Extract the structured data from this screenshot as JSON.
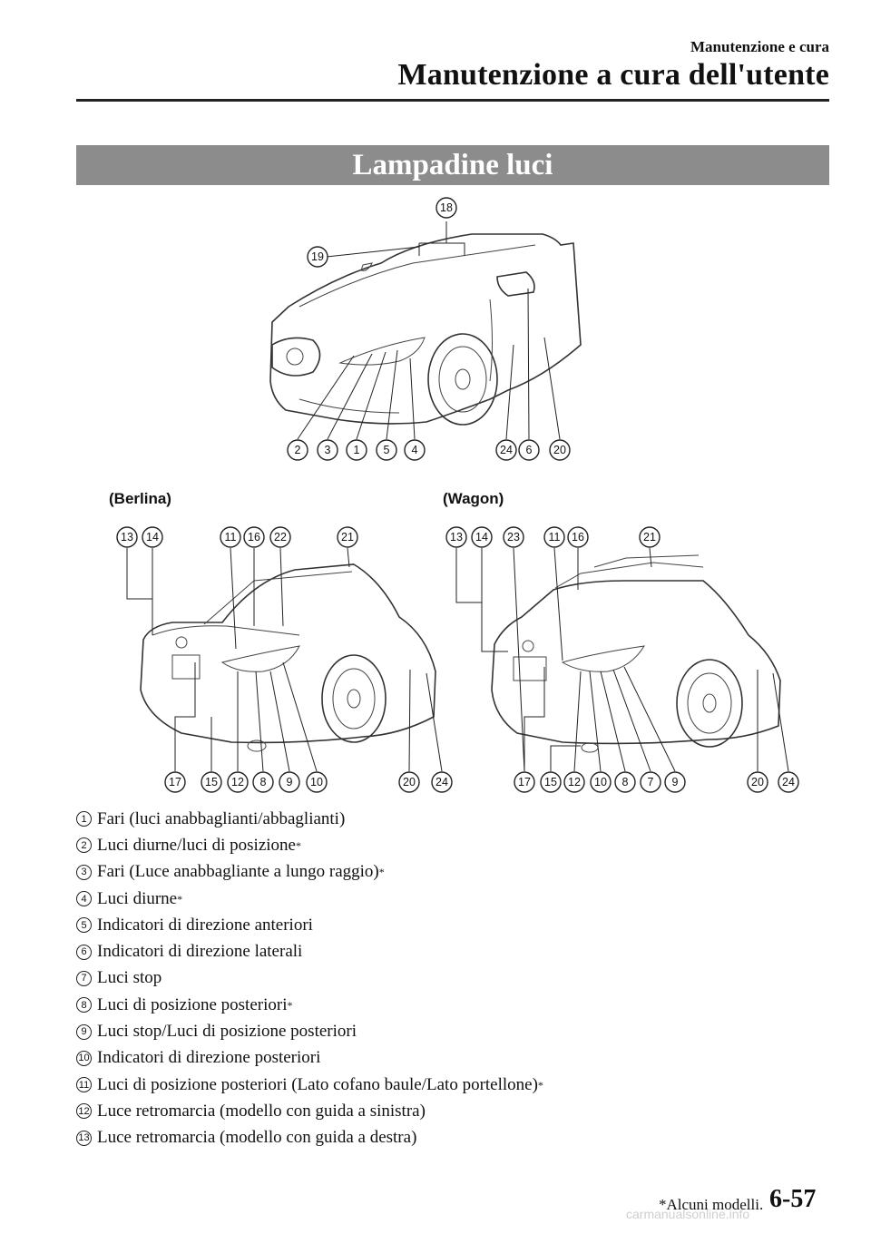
{
  "header": {
    "section": "Manutenzione e cura",
    "chapter": "Manutenzione a cura dell'utente"
  },
  "banner": {
    "title": "Lampadine luci"
  },
  "figure": {
    "label_berlina": "(Berlina)",
    "label_wagon": "(Wagon)",
    "front_callouts": [
      "18",
      "19",
      "2",
      "3",
      "1",
      "5",
      "4",
      "24",
      "6",
      "20"
    ],
    "berlina_callouts": [
      "13",
      "14",
      "11",
      "16",
      "22",
      "21",
      "17",
      "15",
      "12",
      "8",
      "9",
      "10",
      "20",
      "24"
    ],
    "wagon_callouts": [
      "13",
      "14",
      "23",
      "11",
      "16",
      "21",
      "17",
      "15",
      "12",
      "10",
      "8",
      "7",
      "9",
      "20",
      "24"
    ]
  },
  "legend": [
    {
      "num": "1",
      "text": "Fari (luci anabbaglianti/abbaglianti)",
      "star": ""
    },
    {
      "num": "2",
      "text": "Luci diurne/luci di posizione",
      "star": "*"
    },
    {
      "num": "3",
      "text": "Fari (Luce anabbagliante a lungo raggio)",
      "star": "*"
    },
    {
      "num": "4",
      "text": "Luci diurne",
      "star": "*"
    },
    {
      "num": "5",
      "text": "Indicatori di direzione anteriori",
      "star": ""
    },
    {
      "num": "6",
      "text": "Indicatori di direzione laterali",
      "star": ""
    },
    {
      "num": "7",
      "text": "Luci stop",
      "star": ""
    },
    {
      "num": "8",
      "text": "Luci di posizione posteriori",
      "star": "*"
    },
    {
      "num": "9",
      "text": "Luci stop/Luci di posizione posteriori",
      "star": ""
    },
    {
      "num": "10",
      "text": "Indicatori di direzione posteriori",
      "star": ""
    },
    {
      "num": "11",
      "text": "Luci di posizione posteriori (Lato cofano baule/Lato portellone)",
      "star": "*"
    },
    {
      "num": "12",
      "text": "Luce retromarcia (modello con guida a sinistra)",
      "star": ""
    },
    {
      "num": "13",
      "text": "Luce retromarcia (modello con guida a destra)",
      "star": ""
    }
  ],
  "footer": {
    "note": "*Alcuni modelli.",
    "page": "6-57",
    "watermark": "carmanualsonline.info"
  }
}
